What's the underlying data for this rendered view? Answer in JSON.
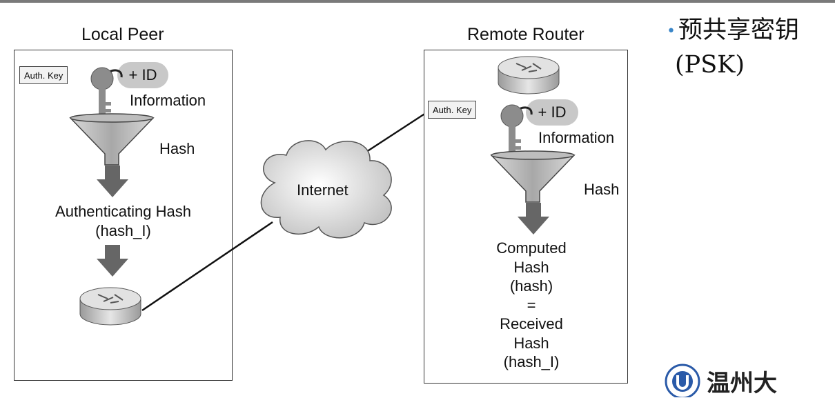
{
  "local": {
    "title": "Local Peer",
    "auth_key": "Auth. Key",
    "id_tag": "+ ID",
    "information": "Information",
    "hash": "Hash",
    "auth_hash_line1": "Authenticating Hash",
    "auth_hash_line2": "(hash_I)"
  },
  "cloud": {
    "label": "Internet"
  },
  "remote": {
    "title": "Remote Router",
    "auth_key": "Auth. Key",
    "id_tag": "+ ID",
    "information": "Information",
    "hash": "Hash",
    "lines": [
      "Computed",
      "Hash",
      "(hash)",
      "=",
      "Received",
      "Hash",
      "(hash_I)"
    ]
  },
  "bullet": {
    "line1": "预共享密钥",
    "line2": "(PSK)"
  },
  "logo": {
    "text": "温州大"
  },
  "colors": {
    "top_bar": "#7a7a7a",
    "bullet_dot": "#3a86c8",
    "logo_blue": "#2a5aa8"
  }
}
